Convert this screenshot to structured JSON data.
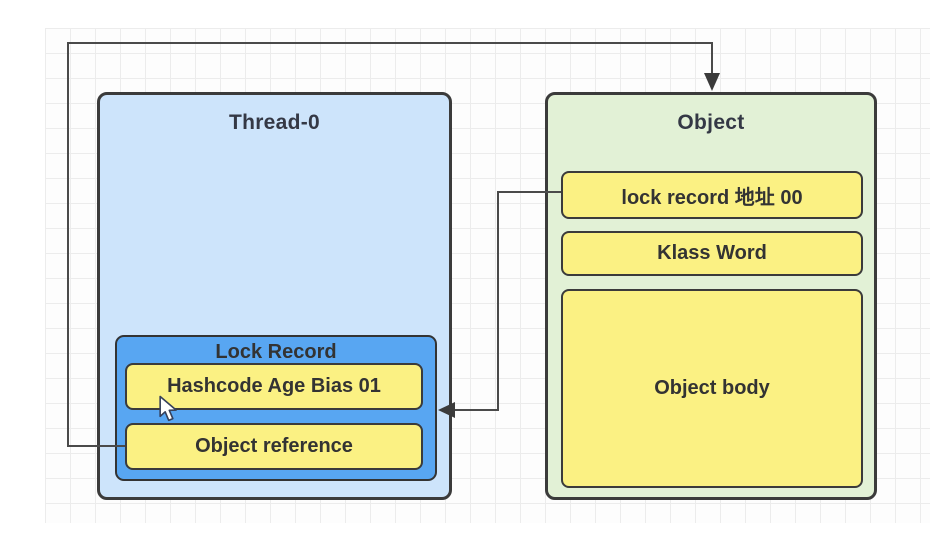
{
  "diagram": {
    "thread_box": {
      "title": "Thread-0",
      "lock_record": {
        "title": "Lock Record",
        "rows": [
          {
            "label": "Hashcode Age Bias 01"
          },
          {
            "label": "Object reference"
          }
        ]
      }
    },
    "object_box": {
      "title": "Object",
      "rows": [
        {
          "label": "lock record 地址 00"
        },
        {
          "label": "Klass Word"
        },
        {
          "label": "Object body"
        }
      ]
    },
    "connectors": [
      {
        "name": "object-reference-to-object-header",
        "from": "Object reference",
        "to": "Object (top)",
        "arrow": "down"
      },
      {
        "name": "lock-record-address-to-lock-record",
        "from": "lock record 地址 00",
        "to": "Lock Record (right)",
        "arrow": "left"
      }
    ],
    "colors": {
      "thread_fill": "#cde4fb",
      "lock_record_fill": "#58a6f2",
      "cell_fill": "#fbf183",
      "object_fill": "#e2f1d6",
      "border": "#3b3b3b",
      "connector": "#4a4a4a",
      "text": "#333333",
      "grid_line": "#ececec"
    }
  }
}
